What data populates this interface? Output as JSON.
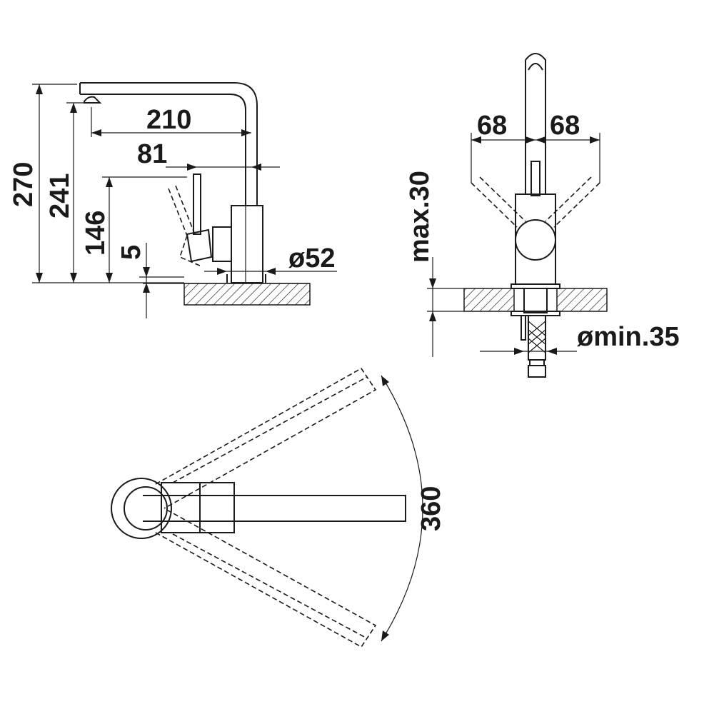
{
  "labels": {
    "h270": "270",
    "h241": "241",
    "h146": "146",
    "h5": "5",
    "w210": "210",
    "w81": "81",
    "d52": "ø52",
    "l68": "68",
    "r68": "68",
    "max30": "max.30",
    "dmin35": "ømin.35",
    "rot360": "360"
  }
}
